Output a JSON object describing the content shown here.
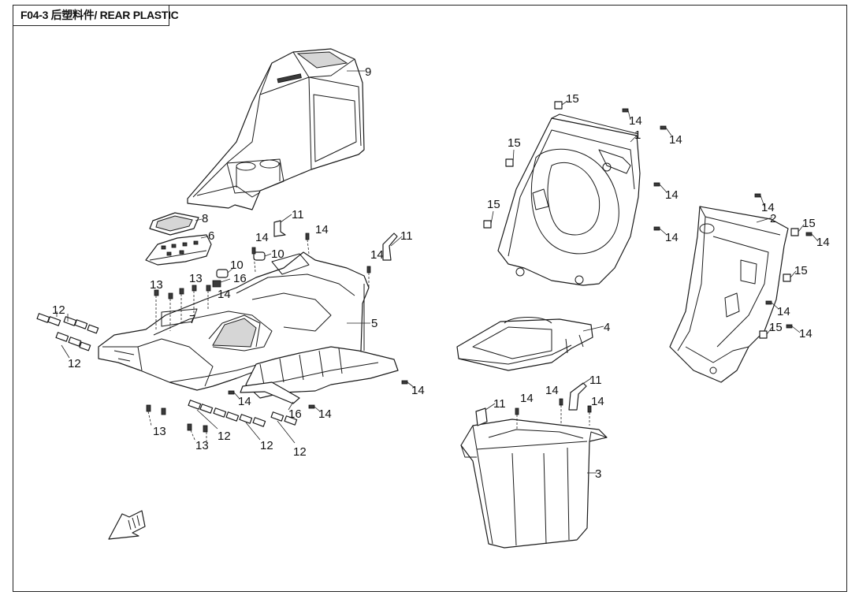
{
  "header": {
    "title": "F04-3 后塑料件/ REAR PLASTIC"
  },
  "parts": {
    "p1": "1",
    "p2": "2",
    "p3": "3",
    "p4": "4",
    "p5": "5",
    "p6": "6",
    "p7": "7",
    "p8": "8",
    "p9": "9",
    "p10": "10",
    "p11": "11",
    "p12": "12",
    "p13": "13",
    "p14": "14",
    "p15": "15",
    "p16": "16"
  },
  "icons": {
    "direction_marker": "fwd-arrow-icon"
  },
  "colors": {
    "line": "#1a1a1a",
    "background": "#ffffff",
    "shade": "#d6d6d6"
  }
}
